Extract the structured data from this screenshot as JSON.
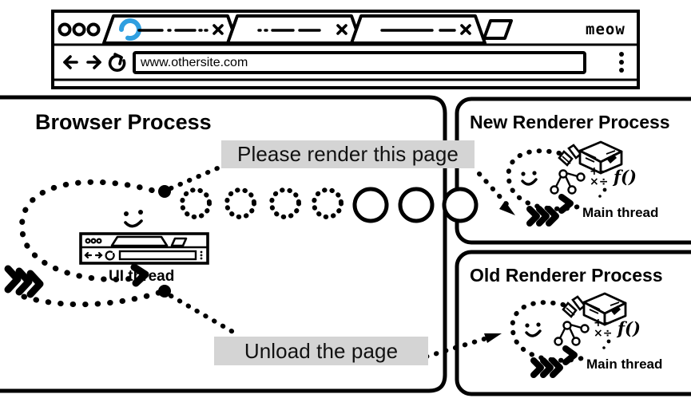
{
  "browser_window": {
    "brand_label": "meow",
    "tabs": [
      {
        "name": "tab-1",
        "state": "loading",
        "spinner_color": "#2f9fe0",
        "close_label": "x",
        "title_glyph": "—— · —— ··"
      },
      {
        "name": "tab-2",
        "state": "idle",
        "close_label": "x",
        "title_glyph": "·· —— ——"
      },
      {
        "name": "tab-3",
        "state": "idle",
        "close_label": "x",
        "title_glyph": "———— —"
      }
    ],
    "new_tab_button": "new-tab",
    "toolbar": {
      "back": "back-arrow",
      "forward": "forward-arrow",
      "reload": "reload-arrow",
      "menu": "three-dot-menu",
      "address_value": "www.othersite.com"
    }
  },
  "processes": {
    "browser": {
      "title": "Browser Process",
      "thread_label": "UI thread",
      "thread_icon": "mini-browser-window-icon",
      "face_icon": "smiley-face-icon",
      "task_circles": {
        "dotted": 4,
        "solid": 3
      }
    },
    "new_renderer": {
      "title": "New Renderer Process",
      "thread_label": "Main thread",
      "face_icon": "smiley-face-icon",
      "tool_icons": [
        "ruler-pencil-icon",
        "open-book-icon",
        "dom-tree-icon",
        "math-symbols-icon",
        "function-fx-icon"
      ]
    },
    "old_renderer": {
      "title": "Old Renderer Process",
      "thread_label": "Main thread",
      "face_icon": "smiley-face-icon",
      "tool_icons": [
        "ruler-pencil-icon",
        "open-book-icon",
        "dom-tree-icon",
        "math-symbols-icon",
        "function-fx-icon"
      ]
    }
  },
  "messages": [
    {
      "id": "render-request",
      "text": "Please render this page",
      "bg": "#d4d4d4"
    },
    {
      "id": "unload-request",
      "text": "Unload the page",
      "bg": "#d4d4d4"
    }
  ],
  "colors": {
    "ink": "#000000",
    "paper": "#ffffff",
    "label_bg": "#d4d4d4",
    "spinner": "#2f9fe0"
  }
}
